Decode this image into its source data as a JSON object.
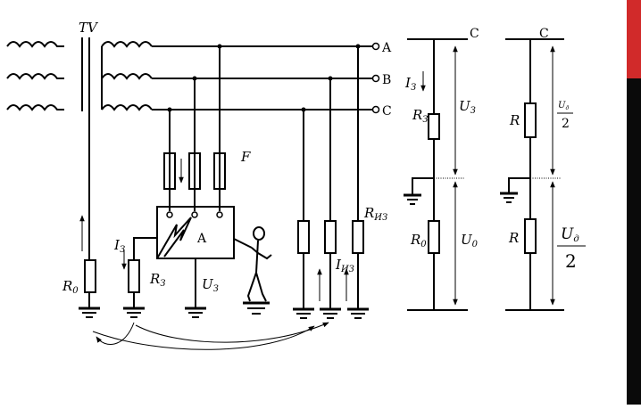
{
  "diagram": {
    "transformer_label": "TV",
    "phases": [
      "A",
      "B",
      "C"
    ],
    "fuse_label": "F",
    "device_label": "A",
    "r0": {
      "main": "R",
      "sub": "0"
    },
    "rz": {
      "main": "R",
      "sub": "З"
    },
    "iz_left": {
      "main": "I",
      "sub": "З"
    },
    "uz_device": {
      "main": "U",
      "sub": "З"
    },
    "riz": {
      "main": "R",
      "sub": "ИЗ"
    },
    "iiz": {
      "main": "I",
      "sub": "ИЗ"
    }
  },
  "scheme1": {
    "phase_label": "C",
    "iz": {
      "main": "I",
      "sub": "З"
    },
    "rz": {
      "main": "R",
      "sub": "З"
    },
    "uz": {
      "main": "U",
      "sub": "З"
    },
    "r0": {
      "main": "R",
      "sub": "0"
    },
    "u0": {
      "main": "U",
      "sub": "0"
    }
  },
  "scheme2": {
    "phase_label": "C",
    "r_top": "R",
    "r_bottom": "R",
    "u_top": {
      "main": "U",
      "sub": "д"
    },
    "u_top_den": "2",
    "u_bottom": {
      "main": "U",
      "sub": "д"
    },
    "u_bottom_den": "2"
  },
  "colors": {
    "accent_red": "#d12a2a",
    "side_black": "#0a0a0a"
  }
}
